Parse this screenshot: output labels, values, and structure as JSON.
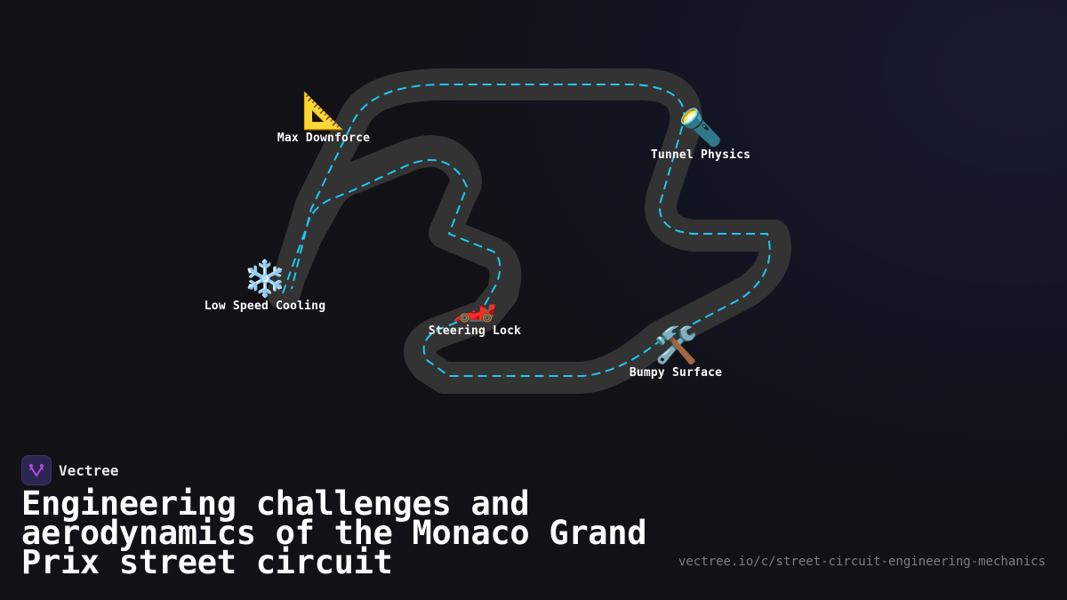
{
  "brand": {
    "name": "Vectree",
    "logo_icon": "vectree-logo-icon",
    "logo_color": "#b04be8"
  },
  "title": "Engineering challenges and aerodynamics of the Monaco Grand Prix street circuit",
  "url": "vectree.io/c/street-circuit-engineering-mechanics",
  "colors": {
    "background": "#111116",
    "track": "#333333",
    "racing_line": "#1ec8f0",
    "text": "#ffffff",
    "url": "#7c7c85"
  },
  "markers": [
    {
      "label": "Max Downforce",
      "icon": "triangular-ruler-icon",
      "glyph": "📐"
    },
    {
      "label": "Tunnel Physics",
      "icon": "flashlight-icon",
      "glyph": "🔦"
    },
    {
      "label": "Low Speed Cooling",
      "icon": "snowflake-icon",
      "glyph": "❄️"
    },
    {
      "label": "Steering Lock",
      "icon": "race-car-icon",
      "glyph": "🏎️"
    },
    {
      "label": "Bumpy Surface",
      "icon": "hammer-and-wrench-icon",
      "glyph": "🛠️"
    }
  ]
}
